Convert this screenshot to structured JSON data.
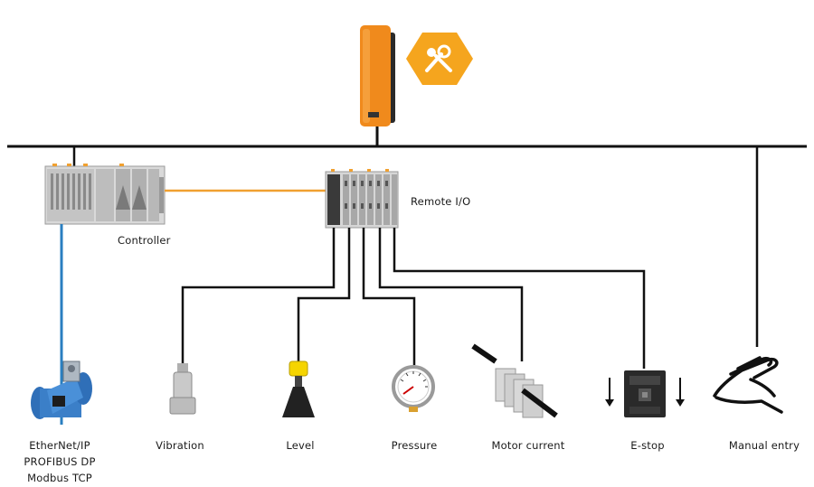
{
  "labels": {
    "controller": "Controller",
    "remote_io": "Remote I/O",
    "ethernet_ip": "EtherNet/IP",
    "profibus_dp": "PROFIBUS DP",
    "modbus_tcp": "Modbus TCP",
    "vibration": "Vibration",
    "level": "Level",
    "pressure": "Pressure",
    "motor_current": "Motor current",
    "estop": "E-stop",
    "manual_entry": "Manual entry"
  },
  "colors": {
    "gateway_orange": "#f08a1c",
    "badge_orange": "#f5a51e",
    "link_orange": "#f0a030",
    "fieldbus_blue": "#2a7fc0",
    "bus_black": "#111111"
  },
  "icons": {
    "badge": "wrench-screwdriver-icon",
    "manual_entry": "hand-icon"
  }
}
